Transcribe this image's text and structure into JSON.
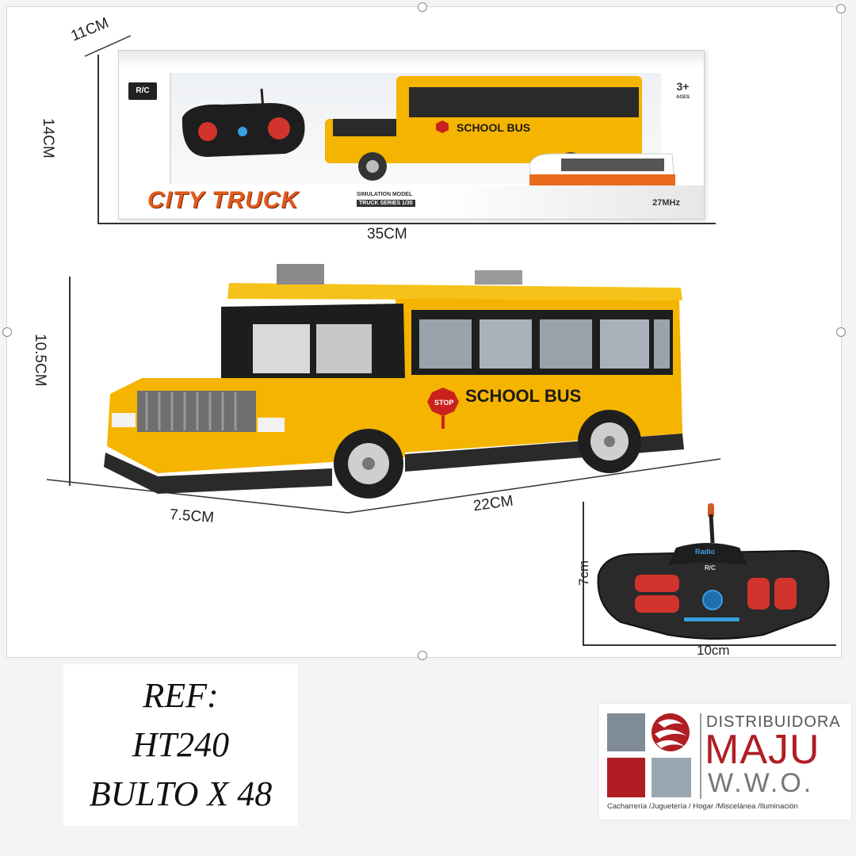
{
  "dimensions": {
    "box_depth": "11CM",
    "box_height": "14CM",
    "box_length": "35CM",
    "bus_height": "10.5CM",
    "bus_width": "7.5CM",
    "bus_length": "22CM",
    "remote_height": "7cm",
    "remote_width": "10cm"
  },
  "box": {
    "title": "CITY TRUCK",
    "subtitle_1": "SIMULATION MODEL",
    "subtitle_2": "TRUCK SERIES 1/30",
    "rc_badge": "R/C",
    "age": "3+",
    "age_label": "AGES",
    "frequency": "27MHz"
  },
  "bus": {
    "side_text": "SCHOOL BUS",
    "stop_sign": "STOP"
  },
  "remote": {
    "brand": "Radio",
    "badge": "R/C"
  },
  "reference": {
    "line1": "REF:",
    "line2": "HT240",
    "line3": "BULTO X 48"
  },
  "logo": {
    "top": "DISTRIBUIDORA",
    "main": "MAJU",
    "sub": "W.W.O.",
    "tagline": "Cacharrería /Juguetería / Hogar /Miscelánea /Iluminación"
  },
  "colors": {
    "bus_yellow": "#f5b400",
    "box_orange": "#e05a1c",
    "logo_red": "#b01e23",
    "logo_gray": "#7f8c96"
  }
}
